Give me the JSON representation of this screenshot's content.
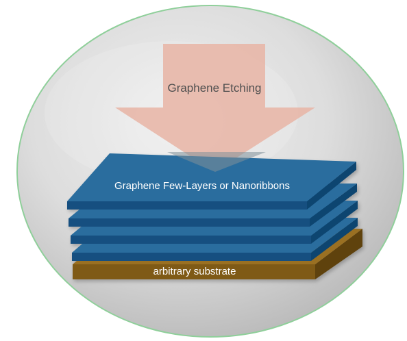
{
  "diagram": {
    "process_label": "Graphene Etching",
    "layer_label": "Graphene Few-Layers or Nanoribbons",
    "substrate_label": "arbitrary substrate"
  },
  "colors": {
    "background_disc": "#d9d9d9",
    "disc_rim": "#8fcf9a",
    "arrow": "#e8b7a8",
    "layer_top": "#2a6d9e",
    "layer_front": "#124f80",
    "layer_side": "#0f4470",
    "substrate_top": "#9a6f21",
    "substrate_front": "#7f5a18",
    "substrate_side": "#5f420f",
    "label_text": "#ffffff",
    "arrow_text": "#4f4f4f"
  }
}
